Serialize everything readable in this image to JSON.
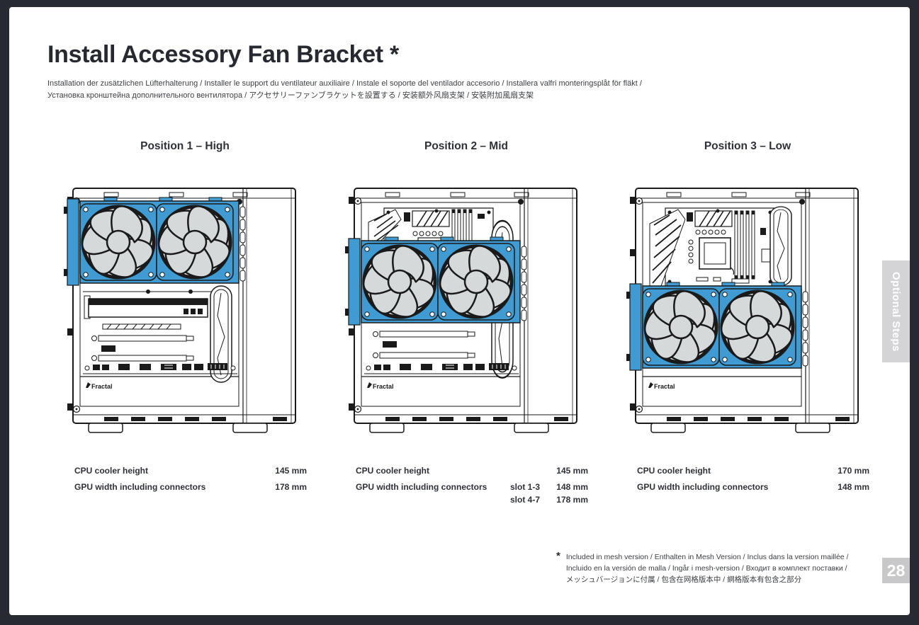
{
  "page": {
    "title": "Install Accessory Fan Bracket *",
    "subtitle_line1": "Installation der zusätzlichen Lüfterhalterung / Installer le support du ventilateur auxiliaire / Instale el soporte del ventilador accesorio / Installera valfri monteringsplåt för fläkt /",
    "subtitle_line2": "Установка кронштейна дополнительного вентилятора / アクセサリーファンブラケットを設置する / 安装额外风扇支架 / 安裝附加風扇支架",
    "side_tab": "Optional Steps",
    "page_number": "28"
  },
  "positions": [
    {
      "title": "Position 1 – High",
      "specs": [
        {
          "label": "CPU cooler height",
          "value": "145 mm"
        },
        {
          "label": "GPU width including connectors",
          "value": "178 mm"
        }
      ]
    },
    {
      "title": "Position 2 – Mid",
      "specs": [
        {
          "label": "CPU cooler height",
          "value": "145 mm"
        },
        {
          "label": "GPU width including connectors",
          "slot": "slot 1-3",
          "value": "148 mm"
        },
        {
          "slot": "slot 4-7",
          "value": "178 mm"
        }
      ]
    },
    {
      "title": "Position 3 – Low",
      "specs": [
        {
          "label": "CPU cooler height",
          "value": "170 mm"
        },
        {
          "label": "GPU width including connectors",
          "value": "148 mm"
        }
      ]
    }
  ],
  "footnote": {
    "marker": "*",
    "line1": "Included in mesh version / Enthalten in Mesh Version / Inclus dans la version maillée /",
    "line2": "Incluido en la versión de malla / Ingår i mesh-version / Входит в комплект поставки /",
    "line3": "メッシュバージョンに付属 / 包含在网格版本中 / 網格版本有包含之部分"
  },
  "diagram": {
    "logo": "Fractal",
    "accent_color": "#3f9bd1"
  }
}
